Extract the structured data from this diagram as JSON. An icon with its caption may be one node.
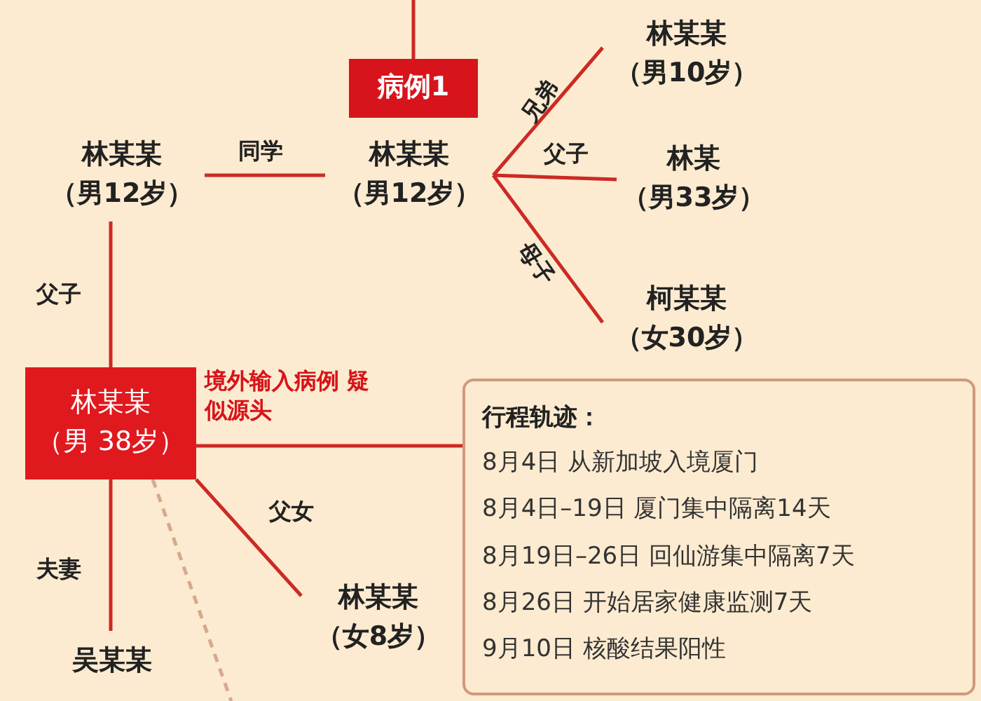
{
  "diagram": {
    "nodes": [
      {
        "text": [
          "病例1"
        ]
      },
      {
        "text": [
          "林某某",
          "（男12岁）"
        ]
      },
      {
        "text": [
          "林某某",
          "（男12岁）"
        ]
      },
      {
        "text": [
          "林某某",
          "（男10岁）"
        ]
      },
      {
        "text": [
          "林某",
          "（男33岁）"
        ]
      },
      {
        "text": [
          "柯某某",
          "（女30岁）"
        ]
      },
      {
        "text": [
          "林某某",
          "（男 38岁）"
        ],
        "beside": [
          "境外输入病例 疑似源头"
        ]
      },
      {
        "text": [
          "行程轨迹：",
          "8月4日 从新加坡入境厦门",
          "8月4日–19日 厦门集中隔离14天",
          "8月19日–26日 回仙游集中隔离7天",
          "8月26日 开始居家健康监测7天",
          "9月10日 核酸结果阳性"
        ]
      },
      {
        "text": [
          "林某某",
          "（女8岁）"
        ]
      },
      {
        "text": [
          "吴某某"
        ]
      }
    ],
    "edges": [
      {
        "from": null,
        "to": 0,
        "arrow": "none"
      },
      {
        "from": 1,
        "to": 2,
        "arrow": "none",
        "label": "同学"
      },
      {
        "from": 2,
        "to": 3,
        "arrow": "none",
        "label": "兄弟"
      },
      {
        "from": 2,
        "to": 4,
        "arrow": "none",
        "label": "父子"
      },
      {
        "from": 2,
        "to": 5,
        "arrow": "none",
        "label": "母子"
      },
      {
        "from": 1,
        "to": 6,
        "arrow": "none",
        "label": "父子"
      },
      {
        "from": 6,
        "to": 7,
        "arrow": "none"
      },
      {
        "from": 6,
        "to": 8,
        "arrow": "none",
        "label": "父女"
      },
      {
        "from": 6,
        "to": 9,
        "arrow": "none",
        "label": "夫妻"
      },
      {
        "from": 6,
        "to": null,
        "arrow": "none",
        "style": "dashed",
        "color": "#d8a98c"
      }
    ]
  }
}
